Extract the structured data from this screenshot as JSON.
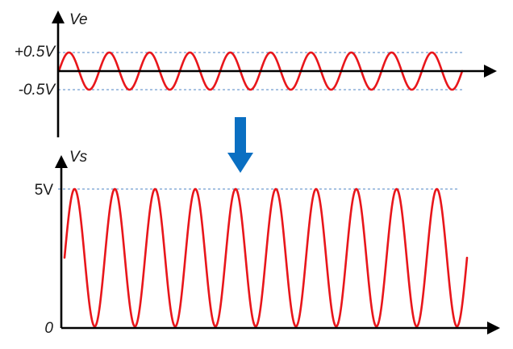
{
  "input_panel": {
    "axis_label": "Ve",
    "upper_level_label": "+0.5V",
    "lower_level_label": "-0.5V",
    "upper_level": 0.5,
    "lower_level": -0.5,
    "amplitude": 0.5,
    "cycles": 10
  },
  "output_panel": {
    "axis_label": "Vs",
    "top_level_label": "5V",
    "zero_label": "0",
    "max_level": 5,
    "min_level": 0,
    "cycles": 10
  },
  "colors": {
    "signal": "#e8161b",
    "axis": "#000000",
    "guide": "#4f86c6",
    "arrow": "#0a6fc2"
  },
  "icons": {
    "transform_arrow": "arrow-down-icon"
  }
}
